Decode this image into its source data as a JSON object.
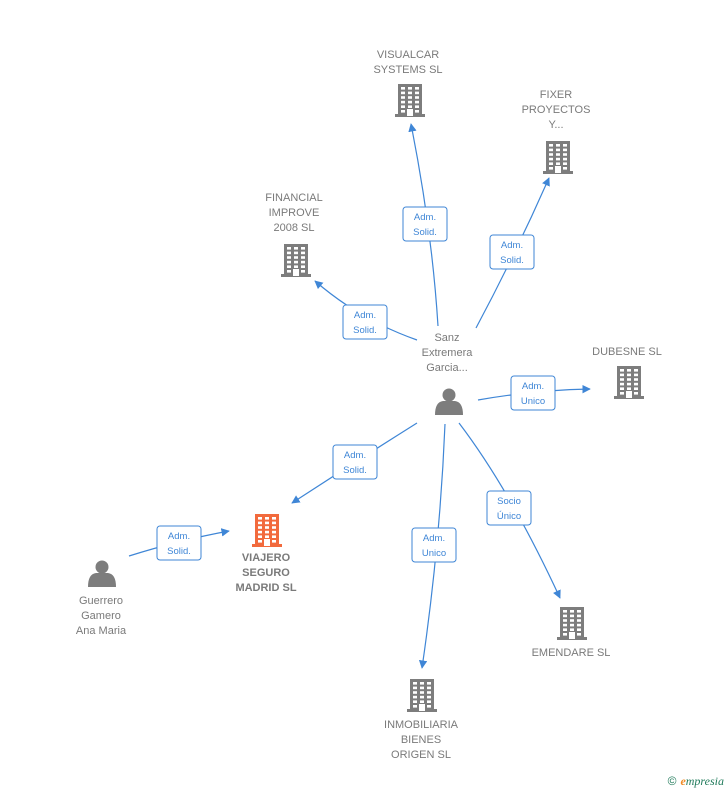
{
  "colors": {
    "edge": "#3f86d6",
    "company": "#7d7d7d",
    "focus": "#f26a3d",
    "person": "#7d7d7d"
  },
  "nodes": [
    {
      "id": "visualcar",
      "kind": "company",
      "lines": [
        "VISUALCAR",
        "SYSTEMS SL"
      ]
    },
    {
      "id": "fixer",
      "kind": "company",
      "lines": [
        "FIXER",
        "PROYECTOS",
        "Y..."
      ]
    },
    {
      "id": "financial",
      "kind": "company",
      "lines": [
        "FINANCIAL",
        "IMPROVE",
        "2008 SL"
      ]
    },
    {
      "id": "dubesne",
      "kind": "company",
      "lines": [
        "DUBESNE  SL"
      ]
    },
    {
      "id": "sanz",
      "kind": "person",
      "lines": [
        "Sanz",
        "Extremera",
        "Garcia..."
      ]
    },
    {
      "id": "viajero",
      "kind": "focus",
      "lines": [
        "VIAJERO",
        "SEGURO",
        "MADRID  SL"
      ]
    },
    {
      "id": "guerrero",
      "kind": "person",
      "lines": [
        "Guerrero",
        "Gamero",
        "Ana Maria"
      ]
    },
    {
      "id": "emendare",
      "kind": "company",
      "lines": [
        "EMENDARE SL"
      ]
    },
    {
      "id": "inmobiliaria",
      "kind": "company",
      "lines": [
        "INMOBILIARIA",
        "BIENES",
        "ORIGEN  SL"
      ]
    }
  ],
  "edges": [
    {
      "id": "sanz-visualcar",
      "lines": [
        "Adm.",
        "Solid."
      ]
    },
    {
      "id": "sanz-fixer",
      "lines": [
        "Adm.",
        "Solid."
      ]
    },
    {
      "id": "sanz-financial",
      "lines": [
        "Adm.",
        "Solid."
      ]
    },
    {
      "id": "sanz-dubesne",
      "lines": [
        "Adm.",
        "Unico"
      ]
    },
    {
      "id": "sanz-viajero",
      "lines": [
        "Adm.",
        "Solid."
      ]
    },
    {
      "id": "guerrero-viajero",
      "lines": [
        "Adm.",
        "Solid."
      ]
    },
    {
      "id": "sanz-inmobiliaria",
      "lines": [
        "Adm.",
        "Unico"
      ]
    },
    {
      "id": "sanz-emendare",
      "lines": [
        "Socio",
        "Único"
      ]
    }
  ],
  "watermark": {
    "symbol": "©",
    "brand_initial": "e",
    "brand_rest": "mpresia"
  }
}
